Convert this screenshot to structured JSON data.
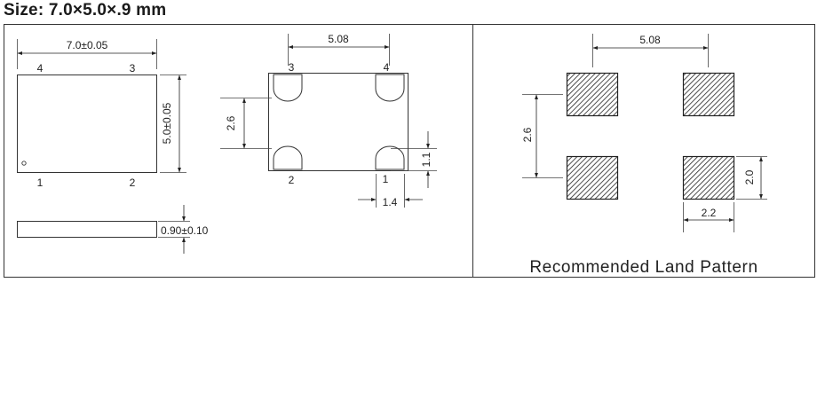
{
  "title": "Size: 7.0×5.0×.9 mm",
  "top_view": {
    "width_dim": "7.0±0.05",
    "height_dim": "5.0±0.05",
    "pins": {
      "p1": "1",
      "p2": "2",
      "p3": "3",
      "p4": "4"
    }
  },
  "side_view": {
    "thickness_dim": "0.90±0.10"
  },
  "bottom_view": {
    "pitch_x": "5.08",
    "pitch_y": "2.6",
    "pad_height": "1.1",
    "pad_width": "1.4",
    "pins": {
      "p1": "1",
      "p2": "2",
      "p3": "3",
      "p4": "4"
    }
  },
  "land_pattern": {
    "pitch_x": "5.08",
    "pitch_y": "2.6",
    "pad_height": "2.0",
    "pad_width": "2.2",
    "caption": "Recommended Land Pattern"
  }
}
